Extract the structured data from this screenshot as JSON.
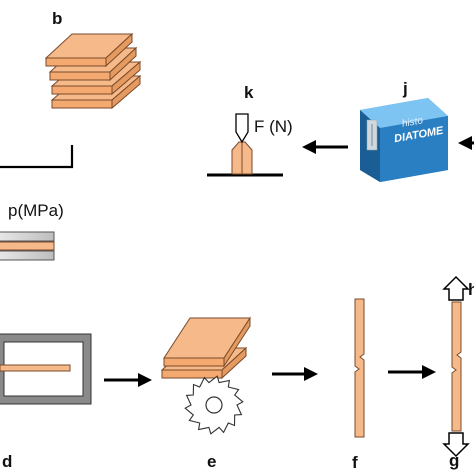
{
  "labels": {
    "b": "b",
    "k": "k",
    "j": "j",
    "d": "d",
    "e": "e",
    "f": "f",
    "g": "g",
    "h_partial": "h"
  },
  "annotations": {
    "force": "F (N)",
    "pressure": "p(MPa)"
  },
  "device": {
    "brand_line1": "histo",
    "brand_line2": "DIATOME"
  },
  "colors": {
    "plate_fill": "#f6b98a",
    "plate_stroke": "#7a4a2a",
    "device_blue": "#2e8ed0",
    "frame_gray": "#9a9a9a",
    "arrow": "#000000"
  }
}
